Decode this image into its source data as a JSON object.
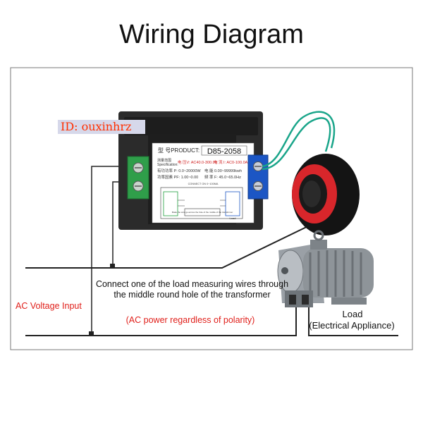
{
  "title": "Wiring Diagram",
  "watermark": "ID: ouxinhrz",
  "meter": {
    "model_prefix": "型    号PRODUCT:",
    "model": "D85-2058",
    "spec_label": "测量范围\nSpecification:",
    "voltage_range": "电 压V: AC40.0-300.0V",
    "current_range": "电 流 I: AC0-100.0A",
    "power_row": "有功功率 P:  0.0~20000W",
    "energy_row": "电 能  0.00~99999kwh",
    "pf_row": "功率因素 PF:  1.00~0.00",
    "freq_row": "频 率 F: 45.0~65.0Hz",
    "connect_note": "CONNECT ON  0~100MA",
    "inner_text": "Make the wire go across the hole of the middle of the transformer",
    "load_label": "Load"
  },
  "labels": {
    "instruction": "Connect one of the load measuring wires through the middle round hole of the transformer",
    "polarity": "(AC power regardless of polarity)",
    "ac_input": "AC Voltage Input",
    "load_line1": "Load",
    "load_line2": "(Electrical Appliance)"
  },
  "colors": {
    "meter_body": "#2b2b2b",
    "terminal_green": "#2f9e4a",
    "terminal_blue": "#1c56c4",
    "ct_red": "#d8262b",
    "ct_body": "#1a1a1a",
    "cable_teal": "#1aa58a",
    "red_text": "#e0201b",
    "watermark_bg": "#d6d8ea"
  }
}
